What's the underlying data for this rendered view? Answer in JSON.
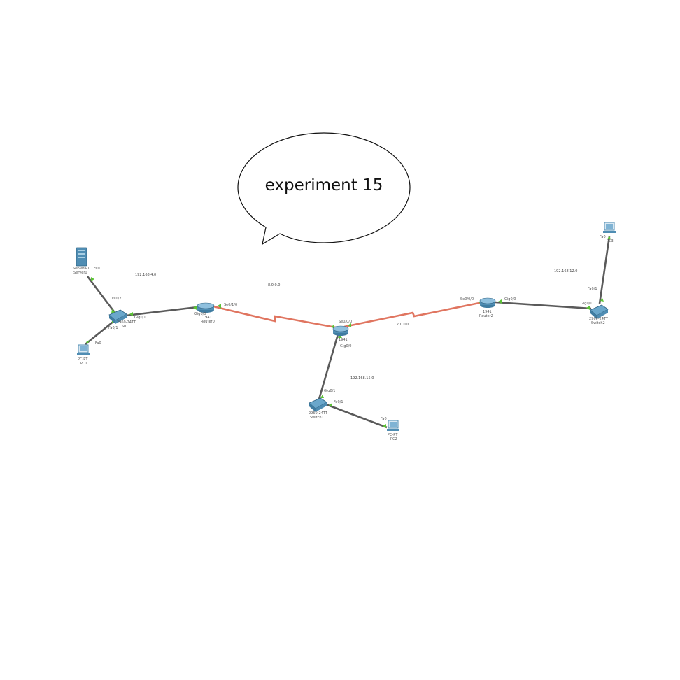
{
  "callout": {
    "text": "experiment 15"
  },
  "networks": {
    "left": "192.168.4.0",
    "wan_left": "8.0.0.0",
    "wan_right": "7.0.0.0",
    "right": "192.168.12.0",
    "bottom": "192.168.15.0"
  },
  "devices": {
    "server0": {
      "model": "Server-PT",
      "name": "Server0"
    },
    "pc1": {
      "model": "PC-PT",
      "name": "PC1"
    },
    "switch0": {
      "model": "2960-24TT",
      "extra": "S0"
    },
    "router0": {
      "model": "1941",
      "name": "Router0"
    },
    "router1": {
      "model": "1941"
    },
    "router2": {
      "model": "1941",
      "name": "Router2"
    },
    "switch2": {
      "model": "2960-24TT",
      "name": "Switch2"
    },
    "pc3": {
      "port": "Fa0",
      "name": "PC3"
    },
    "switch1": {
      "model": "2960-24TT",
      "name": "Switch1"
    },
    "pc2": {
      "model": "PC-PT",
      "name": "PC2"
    }
  },
  "ports": {
    "server_fa0": "Fa0",
    "sw0_fa02": "Fa0/2",
    "sw0_fa01": "Fa0/1",
    "pc1_fa0": "Fa0",
    "sw0_gig01": "Gig0/1",
    "r0_gig00": "Gig0/0",
    "r0_se": "Se0/1/0",
    "r1_se": "Se0/0/0",
    "r1_gig": "Gig0/0",
    "r2_se": "Se0/0/0",
    "r2_gig": "Gig0/0",
    "sw2_gig": "Gig0/1",
    "sw2_fa": "Fa0/1",
    "sw1_gig": "Gig0/1",
    "sw1_fa": "Fa0/1",
    "pc2_fa0": "Fa0"
  },
  "colors": {
    "ethernet": "#5a5a5a",
    "serial": "#e07560",
    "link_light": "#5cc236",
    "device": "#4f8db3"
  }
}
